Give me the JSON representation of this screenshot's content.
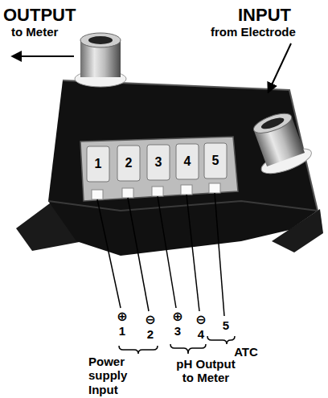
{
  "diagram": {
    "labels": [
      "OUTPUT",
      "to Meter",
      "INPUT",
      "from Electrode",
      "1",
      "2",
      "3",
      "4",
      "5",
      "⊕",
      "1",
      "⊖",
      "2",
      "⊕",
      "3",
      "⊖",
      "4",
      "5",
      "ATC",
      "Power supply Input",
      "pH Output to Meter"
    ]
  }
}
